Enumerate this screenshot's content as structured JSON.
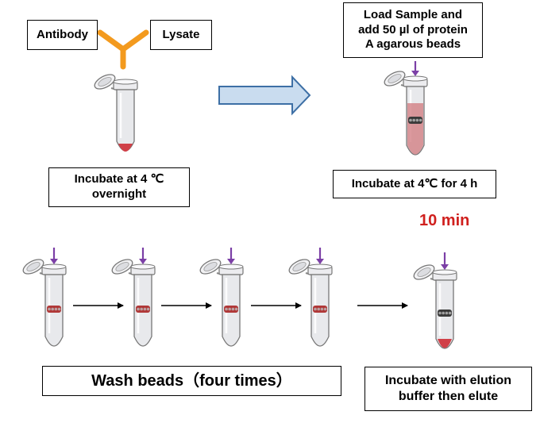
{
  "labels": {
    "antibody": "Antibody",
    "lysate": "Lysate",
    "incubate_overnight": "Incubate at 4 ℃\novernight",
    "load_sample": "Load Sample and\nadd 50 µl of protein\nA agarous beads",
    "incubate_4h": "Incubate at 4℃ for 4 h",
    "ten_min": "10 min",
    "wash_beads": "Wash beads（four times）",
    "elute": "Incubate with elution\nbuffer then elute"
  },
  "colors": {
    "antibody": "#f39a1e",
    "big_arrow_fill": "#c9dcef",
    "big_arrow_stroke": "#3d6fa5",
    "marker_arrow": "#7b3fa6",
    "red_text": "#d0201e",
    "lysate_red": "#d04048",
    "tube_body": "#e8e9ec",
    "bead_dark": "#3a3a3a"
  },
  "icons": {
    "antibody": "antibody-y-icon",
    "tube": "microcentrifuge-tube-icon",
    "process_arrow": "block-arrow-right-icon",
    "marker": "down-arrow-icon"
  }
}
